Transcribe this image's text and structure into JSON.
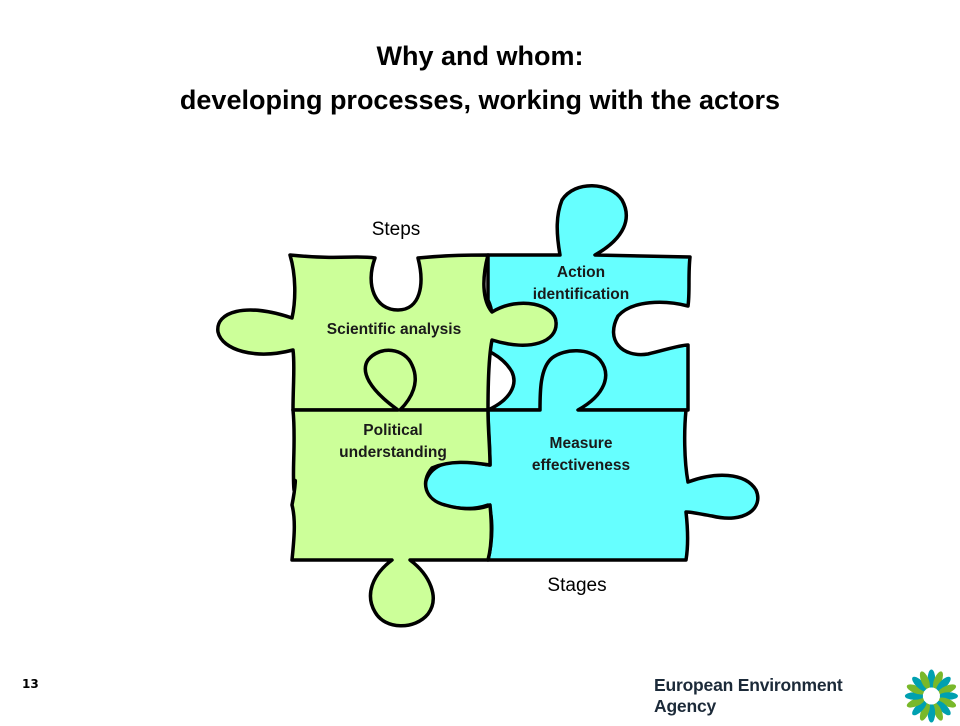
{
  "title": {
    "line1": "Why and whom:",
    "line2": "developing processes, working with the actors"
  },
  "diagram": {
    "labels": {
      "top": "Steps",
      "bottom": "Stages"
    },
    "pieces": [
      {
        "id": "scientific-analysis",
        "lines": [
          "Scientific analysis"
        ],
        "color": "#ccff99"
      },
      {
        "id": "action-identification",
        "lines": [
          "Action",
          "identification"
        ],
        "color": "#66ffff"
      },
      {
        "id": "political-understanding",
        "lines": [
          "Political",
          "understanding"
        ],
        "color": "#ccff99"
      },
      {
        "id": "measure-effectiveness",
        "lines": [
          "Measure",
          "effectiveness"
        ],
        "color": "#66ffff"
      }
    ]
  },
  "footer": {
    "page_number": "13",
    "organization": "European Environment Agency",
    "logo_icon": "eea-logo-icon",
    "logo_colors": [
      "#00a0b0",
      "#79b82a"
    ]
  }
}
